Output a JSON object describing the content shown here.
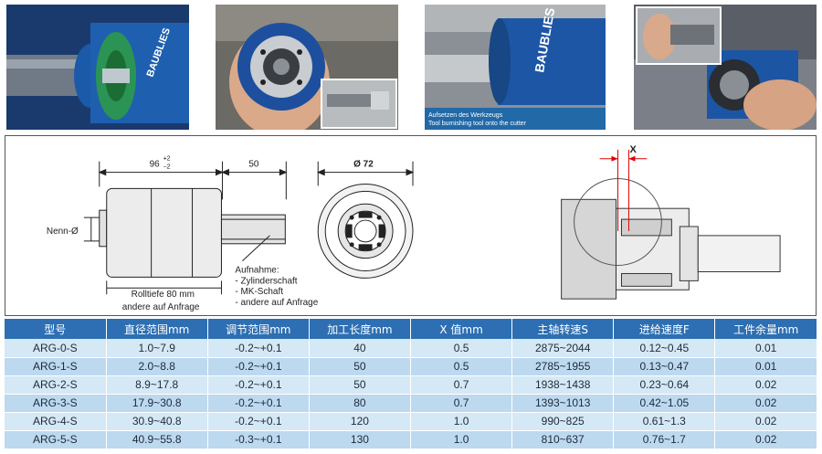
{
  "photos": [
    {
      "logo": "BAUBLIES"
    },
    {},
    {
      "logo": "BAUBLIES",
      "caption_line1": "Aufsetzen des Werkzeugs",
      "caption_line2": "Tool burnishing tool onto the cutter"
    },
    {}
  ],
  "drawing": {
    "dim_length": "96",
    "dim_length_tol_upper": "+2",
    "dim_length_tol_lower": "−2",
    "dim_shank": "50",
    "dim_diameter": "Ø 72",
    "nenn_label": "Nenn-Ø",
    "rolltiefe_line1": "Rolltiefe 80 mm",
    "rolltiefe_line2": "andere auf Anfrage",
    "aufnahme_title": "Aufnahme:",
    "aufnahme_items": [
      "- Zylinderschaft",
      "- MK-Schaft",
      "- andere auf Anfrage"
    ],
    "x_label": "X"
  },
  "table": {
    "headers": [
      "型号",
      "直径范围mm",
      "调节范围mm",
      "加工长度mm",
      "X 值mm",
      "主轴转速S",
      "进给速度F",
      "工件余量mm"
    ],
    "rows": [
      [
        "ARG-0-S",
        "1.0~7.9",
        "-0.2~+0.1",
        "40",
        "0.5",
        "2875~2044",
        "0.12~0.45",
        "0.01"
      ],
      [
        "ARG-1-S",
        "2.0~8.8",
        "-0.2~+0.1",
        "50",
        "0.5",
        "2785~1955",
        "0.13~0.47",
        "0.01"
      ],
      [
        "ARG-2-S",
        "8.9~17.8",
        "-0.2~+0.1",
        "50",
        "0.7",
        "1938~1438",
        "0.23~0.64",
        "0.02"
      ],
      [
        "ARG-3-S",
        "17.9~30.8",
        "-0.2~+0.1",
        "80",
        "0.7",
        "1393~1013",
        "0.42~1.05",
        "0.02"
      ],
      [
        "ARG-4-S",
        "30.9~40.8",
        "-0.2~+0.1",
        "120",
        "1.0",
        "990~825",
        "0.61~1.3",
        "0.02"
      ],
      [
        "ARG-5-S",
        "40.9~55.8",
        "-0.3~+0.1",
        "130",
        "1.0",
        "810~637",
        "0.76~1.7",
        "0.02"
      ]
    ]
  }
}
